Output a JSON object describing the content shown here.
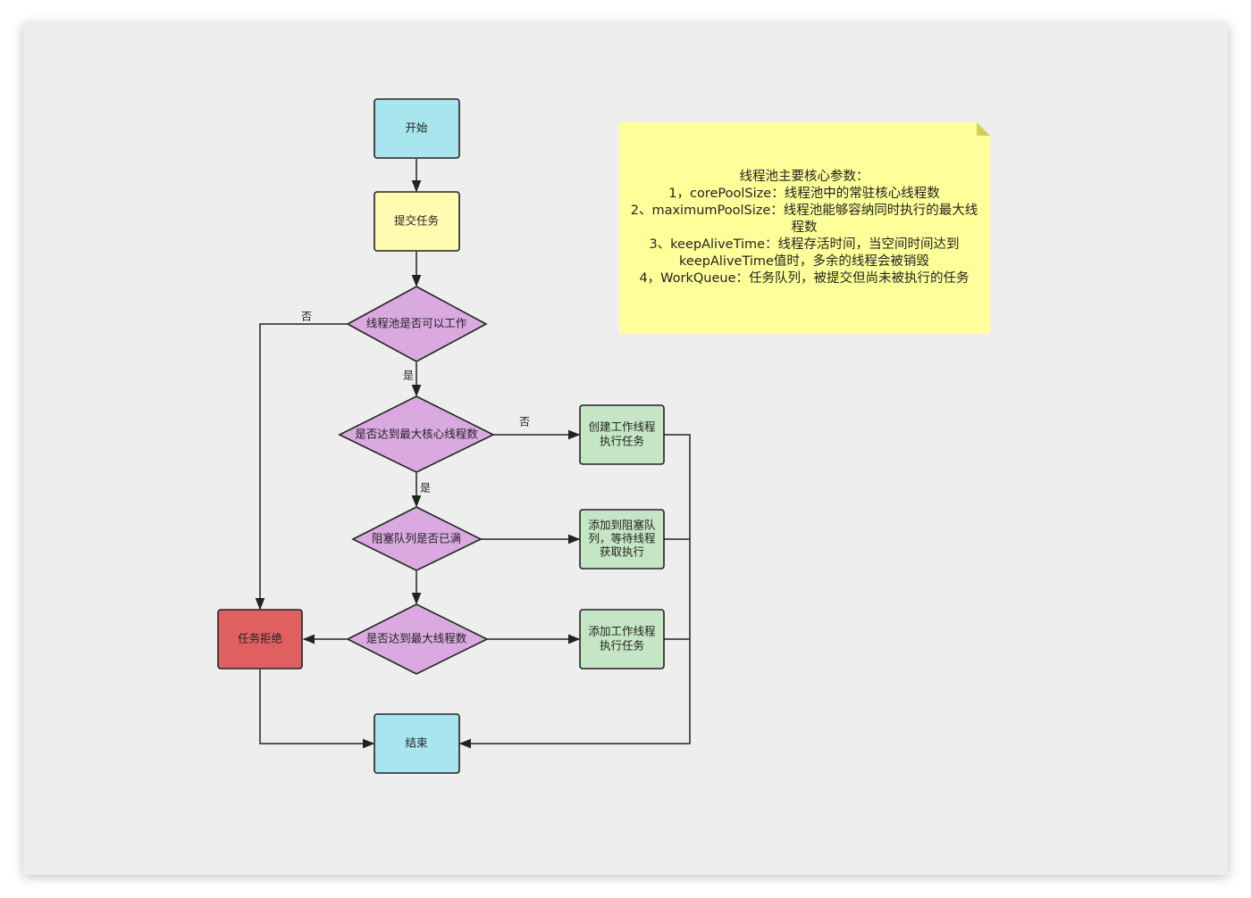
{
  "nodes": {
    "start": "开始",
    "submit": "提交任务",
    "pool_working": "线程池是否可以工作",
    "core_reached": "是否达到最大核心线程数",
    "queue_full": "阻塞队列是否已满",
    "max_reached": "是否达到最大线程数",
    "create_worker": [
      "创建工作线程",
      "执行任务"
    ],
    "add_queue": [
      "添加到阻塞队",
      "列，等待线程",
      "获取执行"
    ],
    "add_worker": [
      "添加工作线程",
      "执行任务"
    ],
    "reject": "任务拒绝",
    "end": "结束"
  },
  "edge_labels": {
    "pool_no": "否",
    "pool_yes": "是",
    "core_no": "否",
    "core_yes": "是"
  },
  "note": {
    "lines": [
      "线程池主要核心参数：",
      "1，corePoolSize：线程池中的常驻核心线程数",
      "2、maximumPoolSize：线程池能够容纳同时执行的最大线",
      "程数",
      "3、keepAliveTime：线程存活时间，当空间时间达到",
      "keepAliveTime值时，多余的线程会被销毁",
      "4，WorkQueue：任务队列，被提交但尚未被执行的任务"
    ]
  },
  "colors": {
    "terminal": "#a8e6ef",
    "process_yellow": "#fffbb0",
    "decision": "#d9a9e0",
    "action_green": "#c4e6c4",
    "reject": "#e06062",
    "note": "#ffff99",
    "note_fold": "#cfcf5a"
  }
}
